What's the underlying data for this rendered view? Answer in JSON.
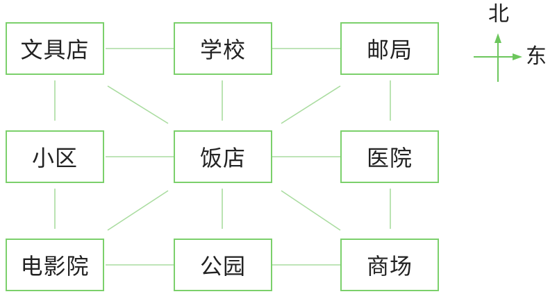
{
  "places": {
    "stationery_store": "文具店",
    "school": "学校",
    "post_office": "邮局",
    "residential_area": "小区",
    "restaurant": "饭店",
    "hospital": "医院",
    "cinema": "电影院",
    "park": "公园",
    "mall": "商场"
  },
  "compass": {
    "north": "北",
    "east": "东"
  },
  "colors": {
    "box_border": "#7bd06b",
    "connector": "#a9dc9f",
    "compass_arrow": "#6cc65c"
  }
}
